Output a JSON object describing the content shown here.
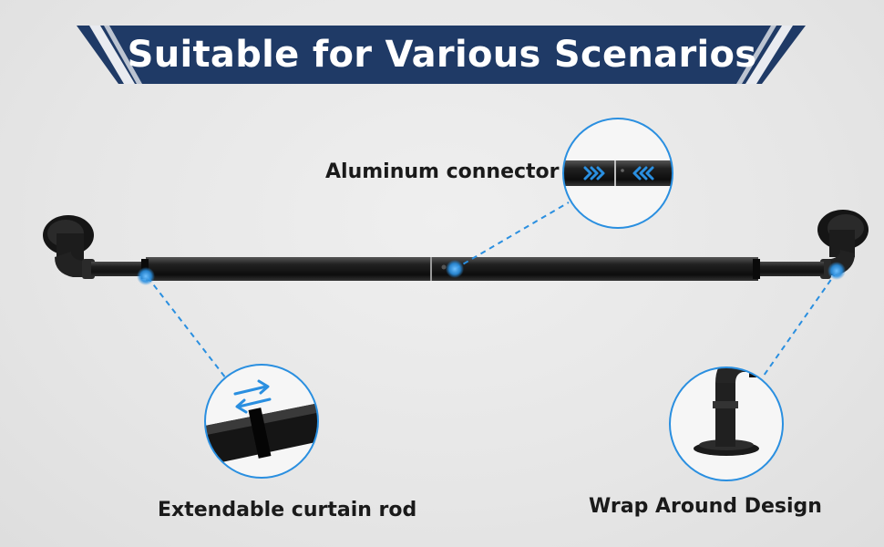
{
  "banner": {
    "title": "Suitable for Various Scenarios",
    "color": "#1f3a66"
  },
  "callouts": {
    "connector_label": "Aluminum connector",
    "extendable_label": "Extendable curtain rod",
    "wrap_label": "Wrap Around Design"
  },
  "colors": {
    "accent_blue": "#2a8fe0",
    "rod_black": "#1b1b1b"
  },
  "icons": {
    "connector_arrows": "chevron-arrows-icon",
    "extend_arrows": "swap-arrows-icon"
  }
}
